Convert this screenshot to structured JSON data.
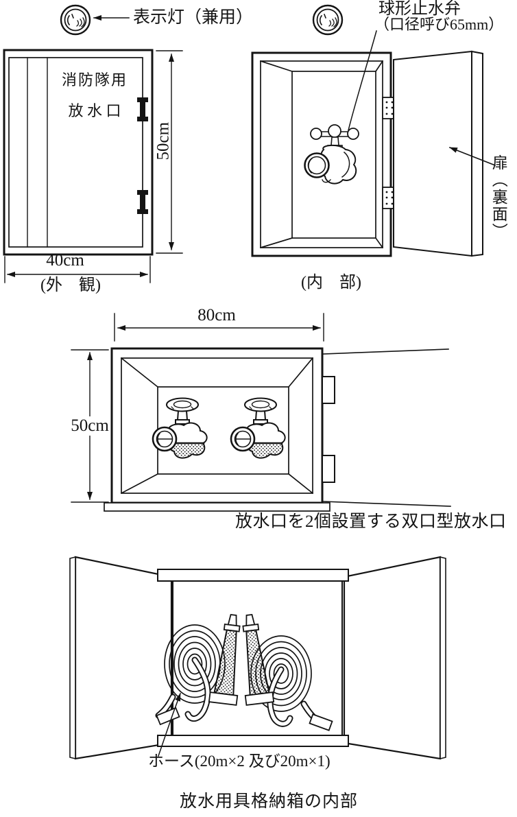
{
  "colors": {
    "ink": "#141414",
    "paper": "#ffffff"
  },
  "exterior_panel": {
    "indicator_label": "表示灯（兼用）",
    "door_text_line1": "消防隊用",
    "door_text_line2": "放 水 口",
    "height_dim": "50cm",
    "width_dim": "40cm",
    "caption": "(外　観)"
  },
  "interior_panel": {
    "valve_label_line1": "球形止水弁",
    "valve_label_line2": "（口径呼び65mm）",
    "door_label": "扉（裏面）",
    "caption": "(内　部)"
  },
  "double_outlet_panel": {
    "width_dim": "80cm",
    "height_dim": "50cm",
    "caption": "放水口を2個設置する双口型放水口"
  },
  "storage_panel": {
    "hose_label": "ホース(20m×2 及び20m×1)",
    "caption": "放水用具格納箱の内部"
  }
}
